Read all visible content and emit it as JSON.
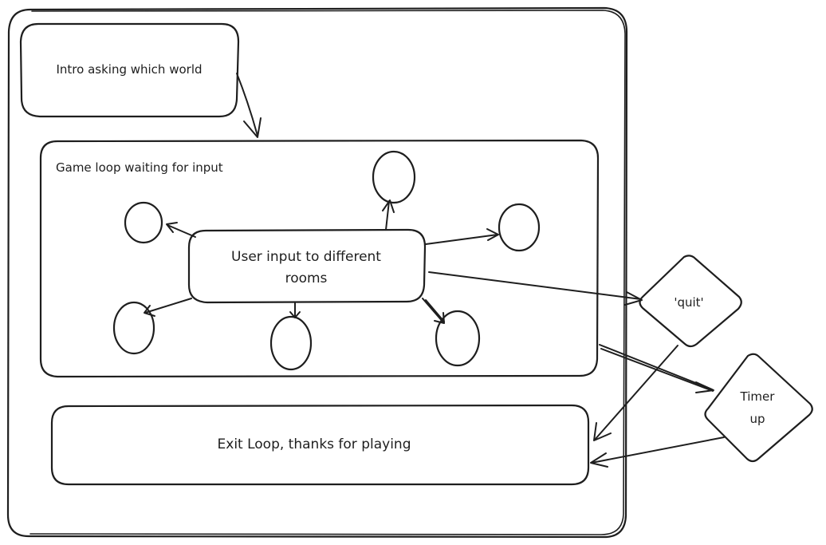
{
  "diagram": {
    "intro_label": "Intro asking which world",
    "game_loop_label": "Game loop waiting for input",
    "user_input_line1": "User input to different",
    "user_input_line2": "rooms",
    "quit_label": "'quit'",
    "timer_line1": "Timer",
    "timer_line2": "up",
    "exit_label": "Exit Loop, thanks for playing",
    "stroke_color": "#1e1e1e",
    "background_color": "#ffffff"
  }
}
